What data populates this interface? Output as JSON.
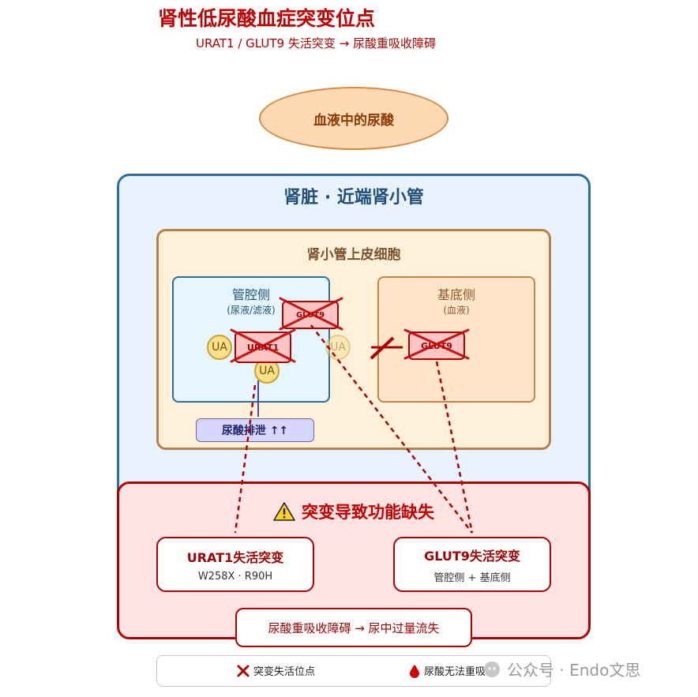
{
  "header": {
    "title": "肾性低尿酸血症突变位点",
    "subtitle": "URAT1 / GLUT9 失活突变 → 尿酸重吸收障碍"
  },
  "blood": {
    "label": "血液中的尿酸"
  },
  "kidney": {
    "title": "肾脏 · 近端肾小管",
    "cell_title": "肾小管上皮细胞",
    "lumen": {
      "title": "管腔侧",
      "subtitle": "(尿液/滤液)"
    },
    "basal": {
      "title": "基底侧",
      "subtitle": "(血液)"
    },
    "transporters": {
      "glut9_apical": "GLUT9",
      "urat1": "URAT1",
      "glut9_basal": "GLUT9"
    },
    "ua": "UA",
    "excretion": "尿酸排泄 ↑↑"
  },
  "mutation": {
    "title": "突变导致功能缺失",
    "urat1": {
      "title": "URAT1失活突变",
      "detail": "W258X · R90H"
    },
    "glut9": {
      "title": "GLUT9失活突变",
      "detail": "管腔侧 + 基底侧"
    },
    "result": "尿酸重吸收障碍 → 尿中过量流失"
  },
  "legend": {
    "mutation_site": "突变失活位点",
    "no_reabsorption": "尿酸无法重吸收"
  },
  "watermark": "公众号 · Endo文思",
  "colors": {
    "accent_red": "#c00000",
    "kidney_blue": "#2f6f9f",
    "cell_brown": "#b5834a"
  }
}
